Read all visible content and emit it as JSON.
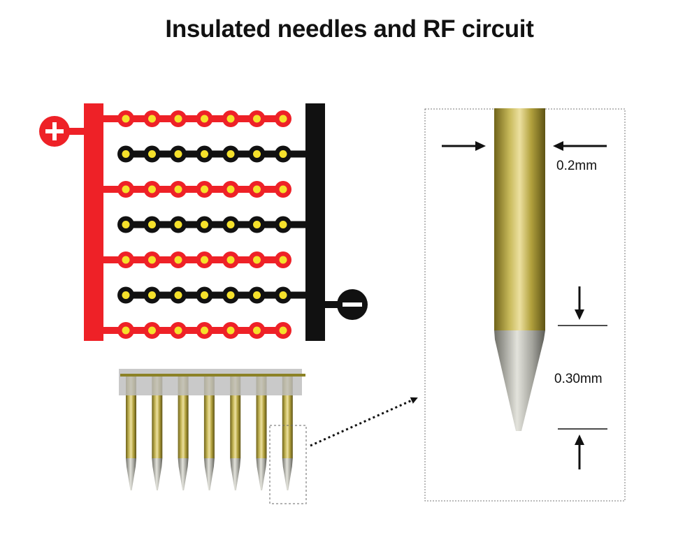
{
  "title": "Insulated needles and RF circuit",
  "circuit": {
    "positive_terminal": "+",
    "negative_terminal": "−",
    "electrode_rows": 7,
    "needles_per_row": 7,
    "positive_color": "#ee2127",
    "negative_color": "#111111",
    "contact_color": "#f5e12b"
  },
  "needle_array": {
    "needle_count": 7,
    "insulation_color": "#a89a38",
    "tip_color": "#a3a39c",
    "substrate_color": "#bdbdbd"
  },
  "detail": {
    "diameter_label": "0.2mm",
    "tip_length_label": "0.30mm"
  }
}
